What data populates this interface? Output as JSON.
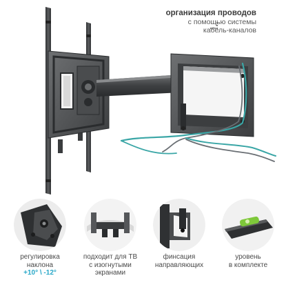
{
  "header": {
    "title": "организация проводов",
    "subtitle_lines": [
      "с помощью системы",
      "кабель-каналов"
    ]
  },
  "features": [
    {
      "lines": [
        "регулировка",
        "наклона"
      ],
      "accent": "+10° \\ -12°"
    },
    {
      "lines": [
        "подходит для ТВ",
        "с изогнутыми",
        "экранами"
      ],
      "accent": ""
    },
    {
      "lines": [
        "финсация",
        "направляющих"
      ],
      "accent": ""
    },
    {
      "lines": [
        "уровень",
        "в комплекте"
      ],
      "accent": ""
    }
  ],
  "colors": {
    "metal_dark": "#3d3f41",
    "metal_mid": "#5a5c5e",
    "metal_light": "#8a8c8e",
    "cable_teal": "#3aa6a6",
    "cable_gray": "#6a6f74",
    "accent": "#29a8c8",
    "level_green": "#7ec83a"
  },
  "icons": [
    "dots-leader-icon"
  ]
}
